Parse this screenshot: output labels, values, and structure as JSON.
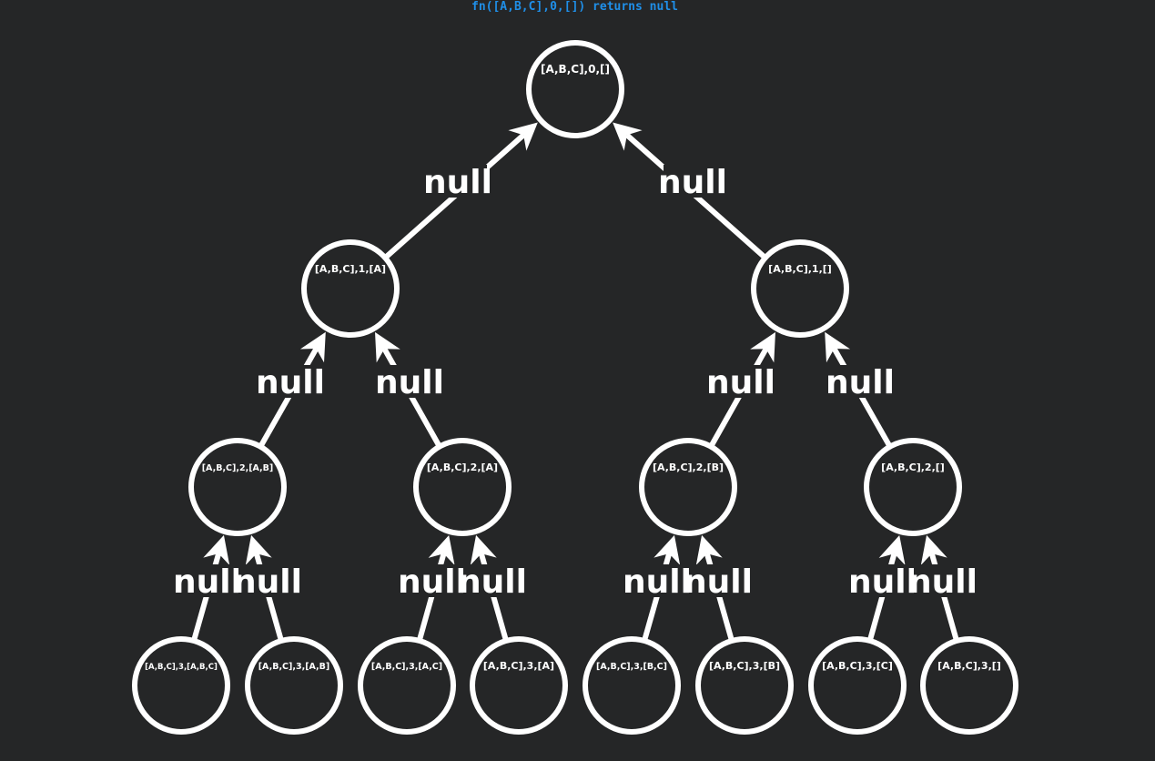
{
  "title": "fn([A,B,C],0,[]) returns null",
  "colors": {
    "background": "#252627",
    "title": "#1f8fe8",
    "stroke": "#ffffff"
  },
  "nodes": [
    {
      "id": "root",
      "label": "[A,B,C],0,[]"
    },
    {
      "id": "n1a",
      "label": "[A,B,C],1,[A]"
    },
    {
      "id": "n1b",
      "label": "[A,B,C],1,[]"
    },
    {
      "id": "n2ab",
      "label": "[A,B,C],2,[A,B]"
    },
    {
      "id": "n2a",
      "label": "[A,B,C],2,[A]"
    },
    {
      "id": "n2b",
      "label": "[A,B,C],2,[B]"
    },
    {
      "id": "n2e",
      "label": "[A,B,C],2,[]"
    },
    {
      "id": "n3abc",
      "label": "[A,B,C],3,[A,B,C]"
    },
    {
      "id": "n3ab",
      "label": "[A,B,C],3,[A,B]"
    },
    {
      "id": "n3ac",
      "label": "[A,B,C],3,[A,C]"
    },
    {
      "id": "n3a",
      "label": "[A,B,C],3,[A]"
    },
    {
      "id": "n3bc",
      "label": "[A,B,C],3,[B,C]"
    },
    {
      "id": "n3b",
      "label": "[A,B,C],3,[B]"
    },
    {
      "id": "n3c",
      "label": "[A,B,C],3,[C]"
    },
    {
      "id": "n3e",
      "label": "[A,B,C],3,[]"
    }
  ],
  "edges": [
    {
      "from": "n1a",
      "to": "root",
      "label": "null"
    },
    {
      "from": "n1b",
      "to": "root",
      "label": "null"
    },
    {
      "from": "n2ab",
      "to": "n1a",
      "label": "null"
    },
    {
      "from": "n2a",
      "to": "n1a",
      "label": "null"
    },
    {
      "from": "n2b",
      "to": "n1b",
      "label": "null"
    },
    {
      "from": "n2e",
      "to": "n1b",
      "label": "null"
    },
    {
      "from": "n3abc",
      "to": "n2ab",
      "label": "null"
    },
    {
      "from": "n3ab",
      "to": "n2ab",
      "label": "null"
    },
    {
      "from": "n3ac",
      "to": "n2a",
      "label": "null"
    },
    {
      "from": "n3a",
      "to": "n2a",
      "label": "null"
    },
    {
      "from": "n3bc",
      "to": "n2b",
      "label": "null"
    },
    {
      "from": "n3b",
      "to": "n2b",
      "label": "null"
    },
    {
      "from": "n3c",
      "to": "n2e",
      "label": "null"
    },
    {
      "from": "n3e",
      "to": "n2e",
      "label": "null"
    }
  ]
}
